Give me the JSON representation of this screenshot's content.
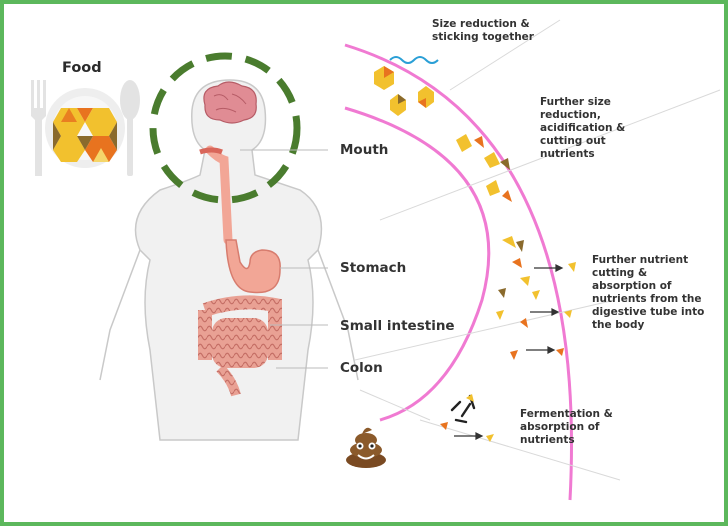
{
  "food_label": "Food",
  "organs": {
    "mouth": "Mouth",
    "stomach": "Stomach",
    "small_intestine": "Small intestine",
    "colon": "Colon"
  },
  "steps": {
    "mouth": "Size reduction & sticking together",
    "stomach": "Further size reduction, acidification & cutting out nutrients",
    "small_intestine": "Further nutrient cutting & absorption of nutrients from the digestive tube into the body",
    "colon": "Fermentation & absorption of nutrients"
  },
  "colors": {
    "frame": "#5cb85c",
    "dashed_circle": "#4a7c2e",
    "tube_arc": "#f07ad2",
    "digestive_tract": "#f2a696",
    "food_yellow": "#f2c12e",
    "food_orange": "#e8731f",
    "food_brown": "#8a6a2c"
  },
  "icons": {
    "utensils": "fork-knife-icon",
    "food_plate": "food-plate-icon",
    "poop": "poop-emoji-icon"
  }
}
